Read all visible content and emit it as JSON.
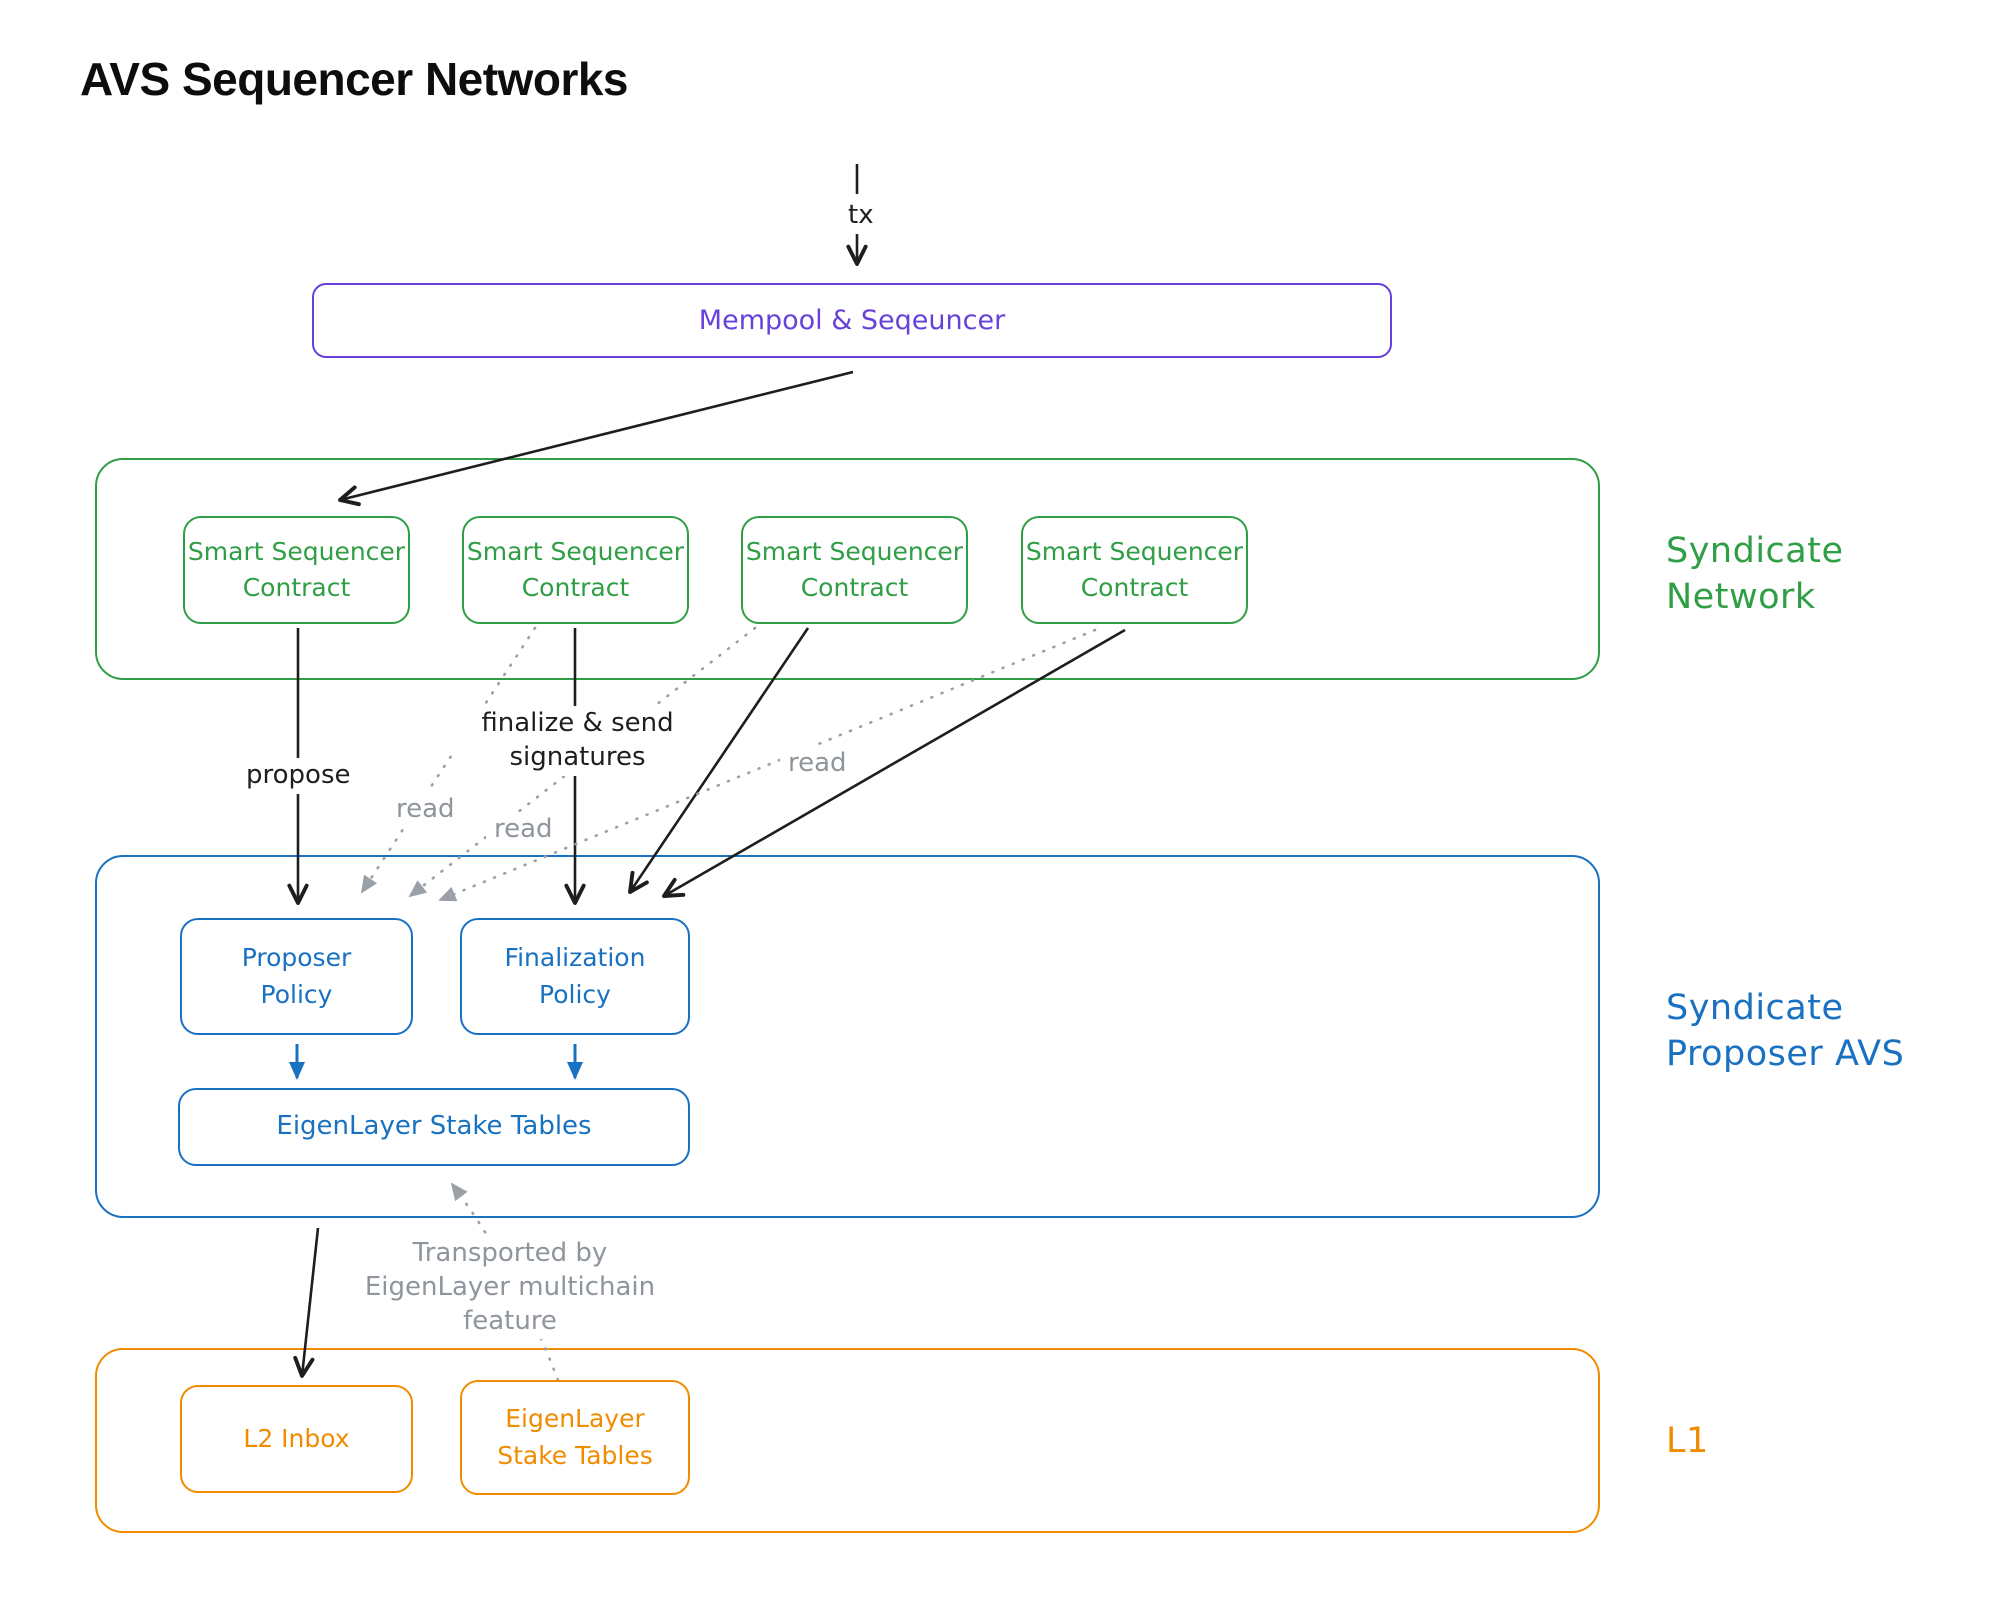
{
  "title": "AVS Sequencer Networks",
  "flow": {
    "tx_label": "tx",
    "mempool_label": "Mempool & Seqeuncer"
  },
  "syndicate_network": {
    "label": "Syndicate\nNetwork",
    "contracts": [
      {
        "label": "Smart Sequencer\nContract"
      },
      {
        "label": "Smart Sequencer\nContract"
      },
      {
        "label": "Smart Sequencer\nContract"
      },
      {
        "label": "Smart Sequencer\nContract"
      }
    ]
  },
  "proposer_avs": {
    "label": "Syndicate\nProposer AVS",
    "proposer_policy": "Proposer\nPolicy",
    "finalization_policy": "Finalization\nPolicy",
    "stake_tables": "EigenLayer Stake Tables"
  },
  "l1": {
    "label": "L1",
    "l2_inbox": "L2 Inbox",
    "stake_tables": "EigenLayer\nStake Tables"
  },
  "edges": {
    "propose": "propose",
    "finalize": "finalize & send\nsignatures",
    "read1": "read",
    "read2": "read",
    "read3": "read",
    "transported": "Transported by\nEigenLayer multichain\nfeature"
  },
  "colors": {
    "purple": "#6741d9",
    "green": "#2f9e44",
    "blue": "#1971c2",
    "orange": "#f08c00",
    "gray": "#8f959c",
    "black": "#1e1e1e"
  }
}
